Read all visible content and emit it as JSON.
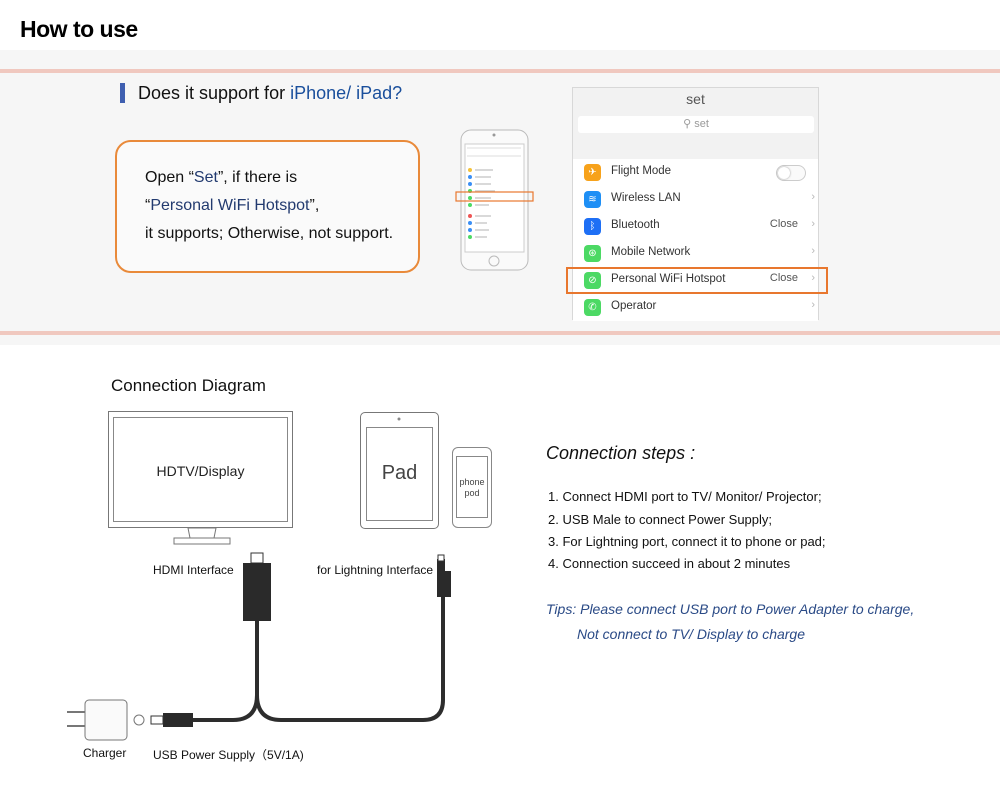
{
  "header": {
    "title": "How to use"
  },
  "support": {
    "question_prefix": "Does it support for ",
    "question_highlight": "iPhone/ iPad?",
    "note": {
      "l1_a": "Open “",
      "l1_b": "Set",
      "l1_c": "”, if there is",
      "l2_a": "“",
      "l2_b": "Personal WiFi Hotspot",
      "l2_c": "”,",
      "l3": "it supports; Otherwise, not support."
    }
  },
  "settings": {
    "title": "set",
    "search_placeholder": "set",
    "rows": [
      {
        "label": "Flight Mode",
        "value": "",
        "icon": "airplane-icon",
        "color": "#f7a21b"
      },
      {
        "label": "Wireless LAN",
        "value": "",
        "icon": "wifi-icon",
        "color": "#1e8ff5"
      },
      {
        "label": "Bluetooth",
        "value": "Close",
        "icon": "bluetooth-icon",
        "color": "#1e6ff5"
      },
      {
        "label": "Mobile Network",
        "value": "",
        "icon": "antenna-icon",
        "color": "#4cd964"
      },
      {
        "label": "Personal WiFi Hotspot",
        "value": "Close",
        "icon": "hotspot-icon",
        "color": "#4cd964"
      },
      {
        "label": "Operator",
        "value": "",
        "icon": "phone-icon",
        "color": "#4cd964"
      }
    ]
  },
  "diagram": {
    "title": "Connection Diagram",
    "tv_label": "HDTV/Display",
    "pad_label": "Pad",
    "phone_label_1": "phone",
    "phone_label_2": "pod",
    "hdmi_label": "HDMI Interface",
    "lightning_label": "for Lightning Interface",
    "charger_label": "Charger",
    "usb_label": "USB Power Supply（5V/1A)"
  },
  "steps": {
    "title": "Connection steps :",
    "items": [
      "1. Connect HDMI port to TV/ Monitor/ Projector;",
      "2. USB Male to connect  Power Supply;",
      "3. For Lightning port, connect it to phone or pad;",
      "4. Connection succeed in about 2 minutes"
    ],
    "tips_1": "Tips: Please connect USB port to Power Adapter to charge,",
    "tips_2": "Not connect to TV/ Display to charge"
  },
  "colors": {
    "accent_orange": "#e8772e",
    "accent_blue": "#1a4f9c",
    "band_line": "#f0c8bf"
  }
}
